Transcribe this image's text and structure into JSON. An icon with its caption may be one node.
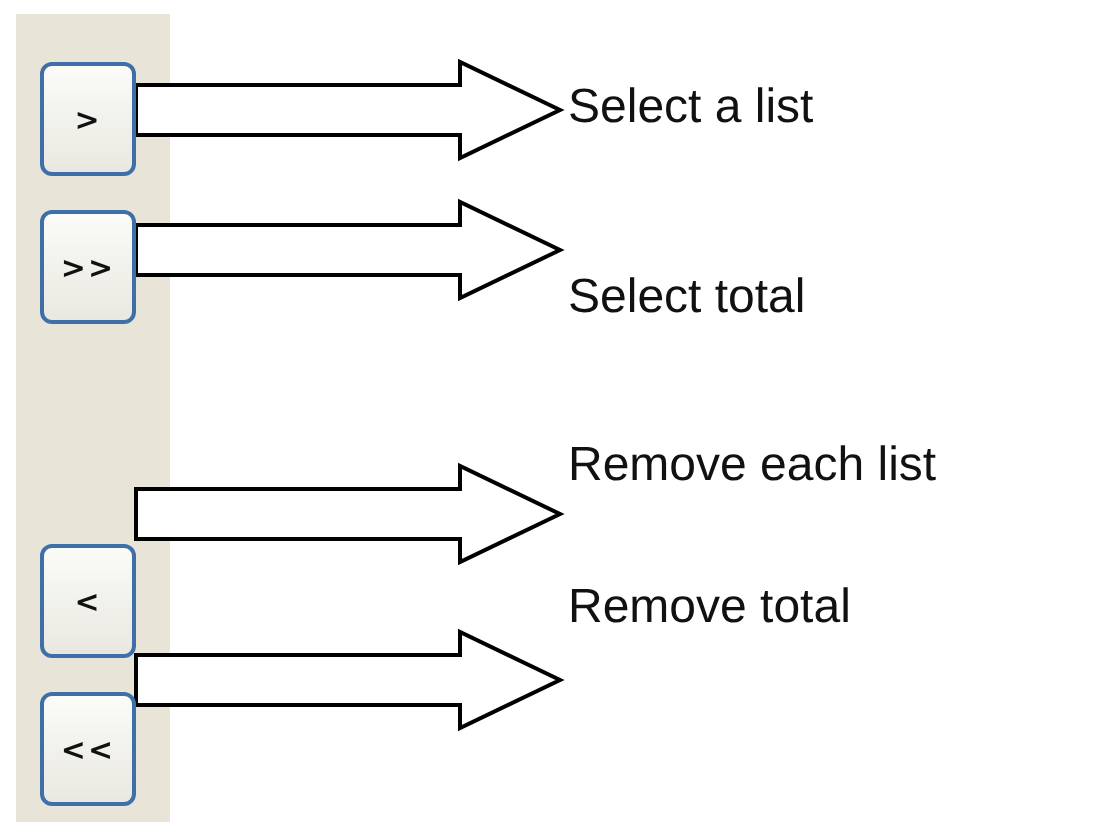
{
  "diagram": {
    "nodes": [
      {
        "text": [
          ">"
        ]
      },
      {
        "text": [
          "Select a list"
        ]
      },
      {
        "text": [
          ">>"
        ]
      },
      {
        "text": [
          "Select total"
        ]
      },
      {
        "text": [
          "<"
        ]
      },
      {
        "text": [
          "Remove each list"
        ]
      },
      {
        "text": [
          "<<"
        ]
      },
      {
        "text": [
          "Remove total"
        ]
      }
    ],
    "edges": [
      {
        "from": 0,
        "to": 1,
        "arrow": "to"
      },
      {
        "from": 2,
        "to": 3,
        "arrow": "to"
      },
      {
        "from": 4,
        "to": 5,
        "arrow": "to"
      },
      {
        "from": 6,
        "to": 7,
        "arrow": "to"
      }
    ]
  }
}
